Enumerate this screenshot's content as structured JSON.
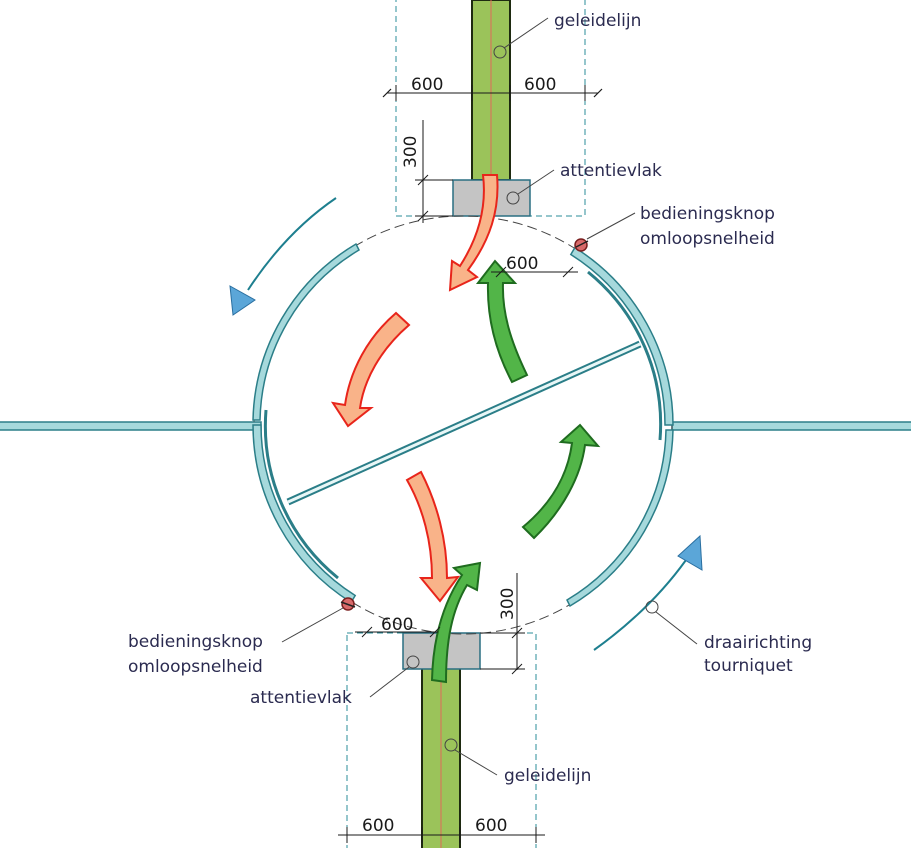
{
  "colors": {
    "guide_fill": "#9bc35a",
    "guide_stroke": "#1e2a10",
    "guide_center": "#e06a5a",
    "wall_fill": "#a6d9dc",
    "wall_stroke": "#2b7e88",
    "attention_fill": "#c4c4c4",
    "attention_stroke": "#2a6f82",
    "zone_dash": "#2b8e9a",
    "arrow_out_fill": "#f9b389",
    "arrow_out_stroke": "#e8251b",
    "arrow_in_fill": "#52b548",
    "arrow_in_stroke": "#1f6c1f",
    "rotation_arrow": "#1e7f8f",
    "rotation_head": "#5ba6d8",
    "label_text": "#2b2b50"
  },
  "labels": {
    "guide_top": "geleidelijn",
    "guide_bottom": "geleidelijn",
    "attention_top": "attentievlak",
    "attention_bottom": "attentievlak",
    "button_right_line1": "bedieningsknop",
    "button_right_line2": "omloopsnelheid",
    "button_left_line1": "bedieningsknop",
    "button_left_line2": "omloopsnelheid",
    "rotation_line1": "draairichting",
    "rotation_line2": "tourniquet"
  },
  "dimensions": {
    "top_left": "600",
    "top_right": "600",
    "top_vertical": "300",
    "door_top": "600",
    "door_bottom": "600",
    "bottom_vertical": "300",
    "bottom_left": "600",
    "bottom_right": "600"
  },
  "icons": {
    "control_button": "control-button-icon",
    "rotation": "rotation-arrow-icon",
    "traffic_arrow": "traffic-arrow-icon"
  }
}
